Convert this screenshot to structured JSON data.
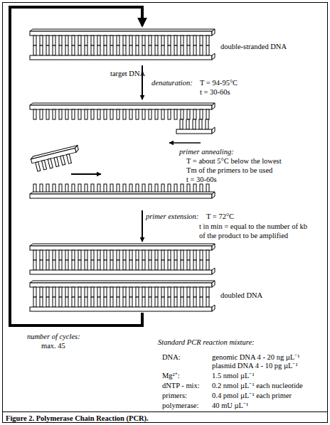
{
  "diagram": {
    "caption": "Figure 2. Polymerase Chain Reaction (PCR).",
    "labels": [
      "double-stranded DNA",
      "target DNA",
      "denaturation:",
      "T = 94-95°C",
      "t = 30-60s",
      "primer annealing:",
      "T = about 5°C below the lowest",
      "Tm of the primers to be used",
      "t = 30-60s",
      "primer extension:",
      "T = 72°C",
      "t in min = equal to the number of kb",
      "of the product to be amplified",
      "doubled DNA",
      "number of cycles:",
      "max. 45",
      "Standard PCR reaction mixture:",
      "DNA:",
      "genomic DNA 4 - 20 ng µL⁻¹",
      "plasmid DNA 4 - 10 pg µL⁻¹",
      "Mg²⁺:",
      "1.5 nmol µL⁻¹",
      "dNTP - mix:",
      "0.2 nmol µL⁻¹ each nucleotide",
      "primers:",
      "0.4 pmol µL⁻¹ each primer",
      "polymerase:",
      "40 mU µL⁻¹"
    ]
  }
}
